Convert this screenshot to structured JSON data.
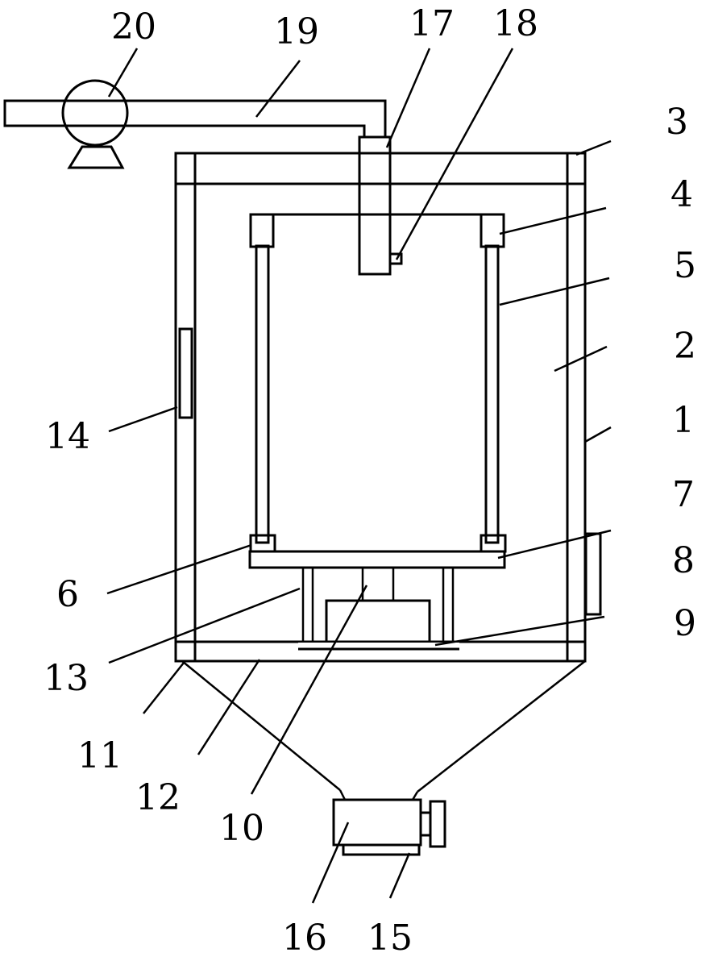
{
  "labels": {
    "l1": "1",
    "l2": "2",
    "l3": "3",
    "l4": "4",
    "l5": "5",
    "l6": "6",
    "l7": "7",
    "l8": "8",
    "l9": "9",
    "l10": "10",
    "l11": "11",
    "l12": "12",
    "l13": "13",
    "l14": "14",
    "l15": "15",
    "l16": "16",
    "l17": "17",
    "l18": "18",
    "l19": "19",
    "l20": "20"
  },
  "colors": {
    "line": "#000000",
    "fill": "#ffffff",
    "wall": "#555555"
  }
}
